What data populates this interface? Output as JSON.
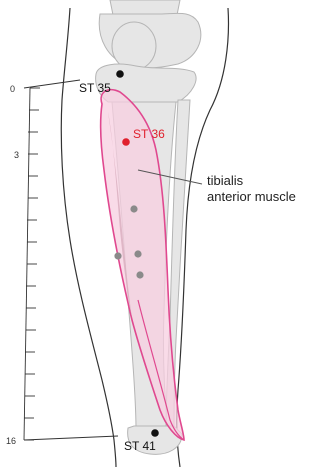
{
  "scale": {
    "labels": [
      "0",
      "3",
      "16"
    ]
  },
  "points": {
    "st35": {
      "label": "ST 35"
    },
    "st36": {
      "label": "ST 36"
    },
    "st41": {
      "label": "ST 41"
    }
  },
  "muscle": {
    "label_line1": "tibialis",
    "label_line2": "anterior muscle"
  },
  "colors": {
    "outline": "#333333",
    "bone_fill": "#e6e6e6",
    "bone_stroke": "#b5b5b5",
    "muscle_outline": "#e0488f",
    "muscle_fill": "#f7cfe0",
    "muscle_belly": "#d4a7b8",
    "accent": "#e0202d",
    "marker_gray": "#8a8a8a"
  },
  "icons": {
    "st35_marker": "point-marker-black",
    "st36_marker": "point-marker-red",
    "st41_marker": "point-marker-black",
    "secondary_markers": "point-marker-gray"
  }
}
